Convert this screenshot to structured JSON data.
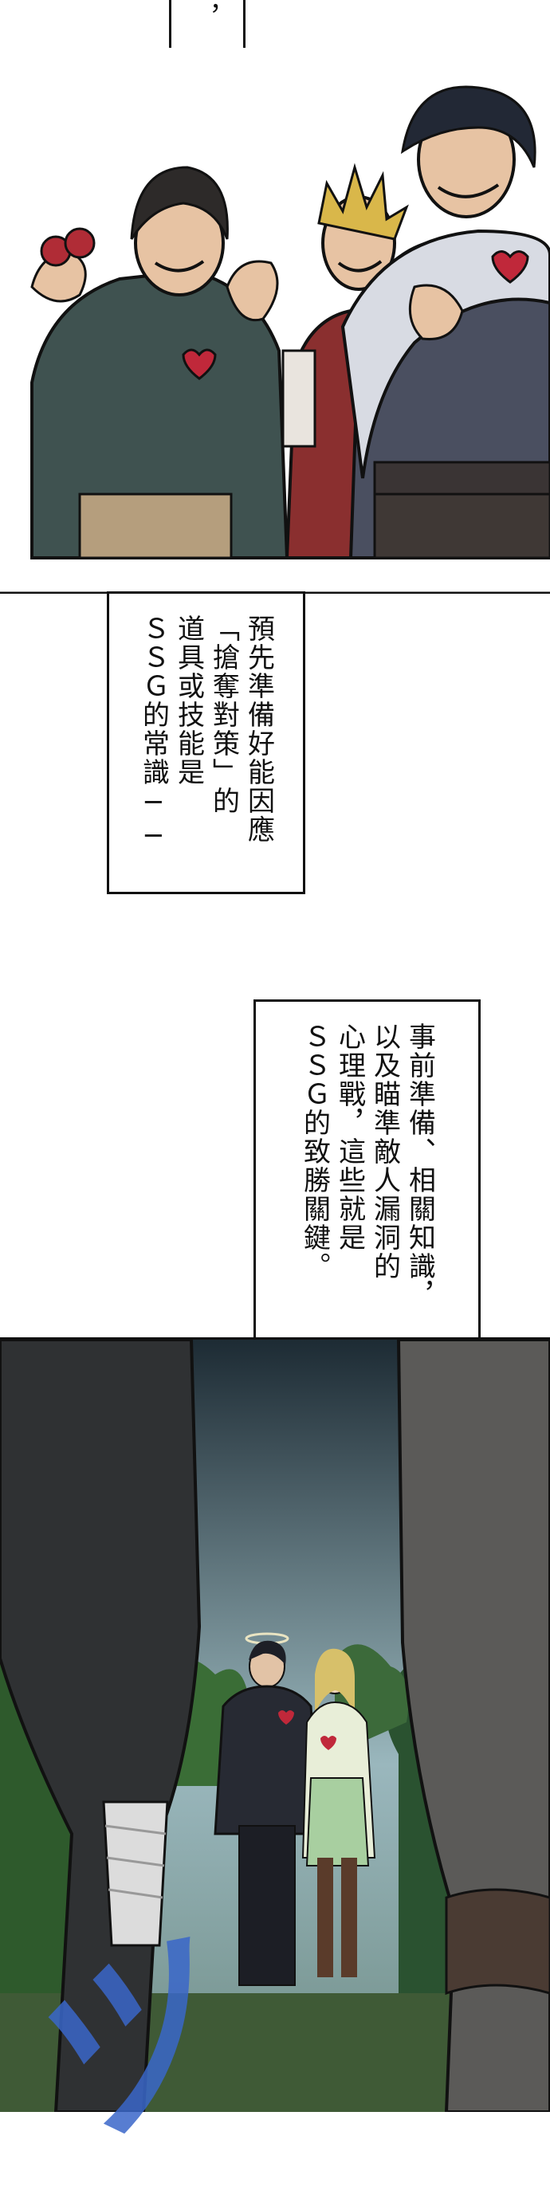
{
  "top_caption": {
    "columns": [
      "，"
    ]
  },
  "caption_1": {
    "columns": [
      "預先準備好能因應",
      "「搶奪對策」的",
      "道具或技能是",
      "ＳＳＧ的常識──"
    ]
  },
  "caption_2": {
    "columns": [
      "事前準備、相關知識，",
      "以及瞄準敵人漏洞的",
      "心理戰，這些就是",
      "ＳＳＧ的致勝關鍵。"
    ]
  },
  "sound_effect": {
    "text": "ツ"
  },
  "colors": {
    "panel_border": "#111111",
    "sky": "#9ab7bd",
    "foliage": "#2e5a2c",
    "heart": "#c0283a",
    "sfx": "#3a67c9"
  }
}
